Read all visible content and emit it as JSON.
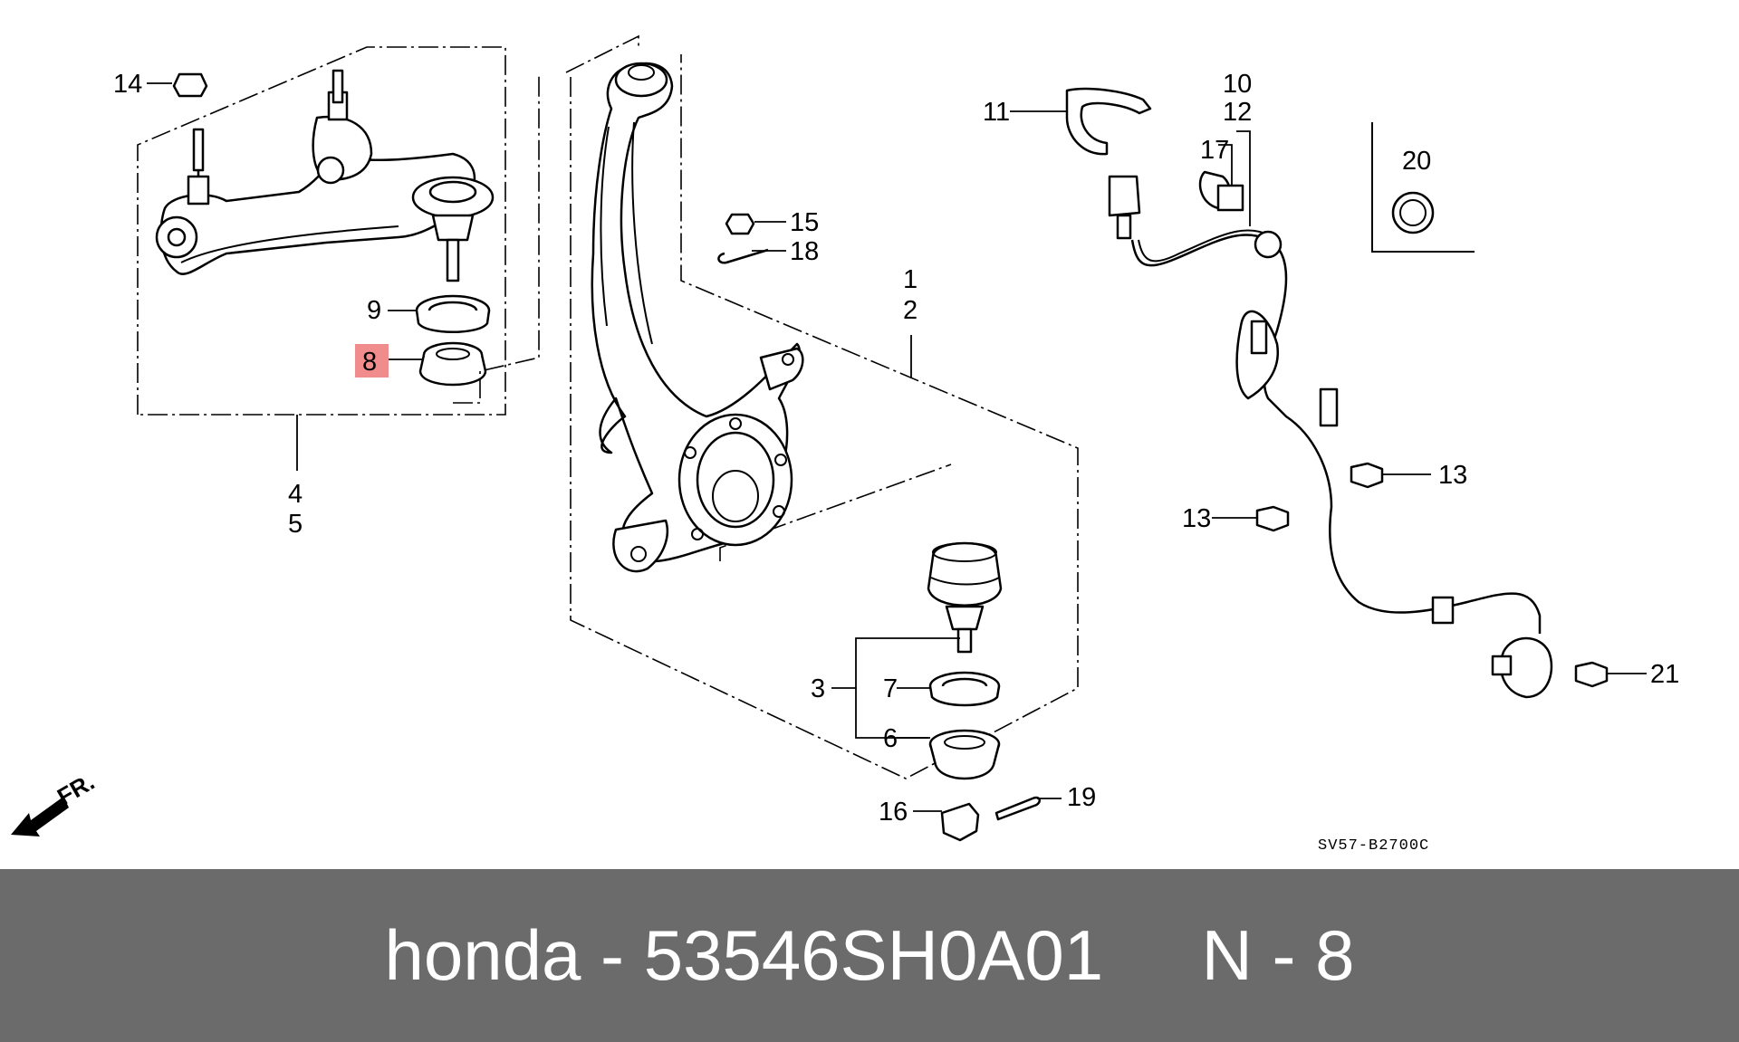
{
  "callouts": {
    "c1": "1",
    "c2": "2",
    "c3": "3",
    "c4": "4",
    "c5": "5",
    "c6": "6",
    "c7": "7",
    "c8": "8",
    "c9": "9",
    "c10": "10",
    "c11": "11",
    "c12": "12",
    "c13a": "13",
    "c13b": "13",
    "c14": "14",
    "c15": "15",
    "c16": "16",
    "c17": "17",
    "c18": "18",
    "c19": "19",
    "c20": "20",
    "c21": "21"
  },
  "direction_label": "FR.",
  "diagram_code": "SV57-B2700C",
  "caption": "honda - 53546SH0A01     N - 8",
  "highlight_color": "#f08c8c",
  "caption_bar_color": "#6b6b6b"
}
